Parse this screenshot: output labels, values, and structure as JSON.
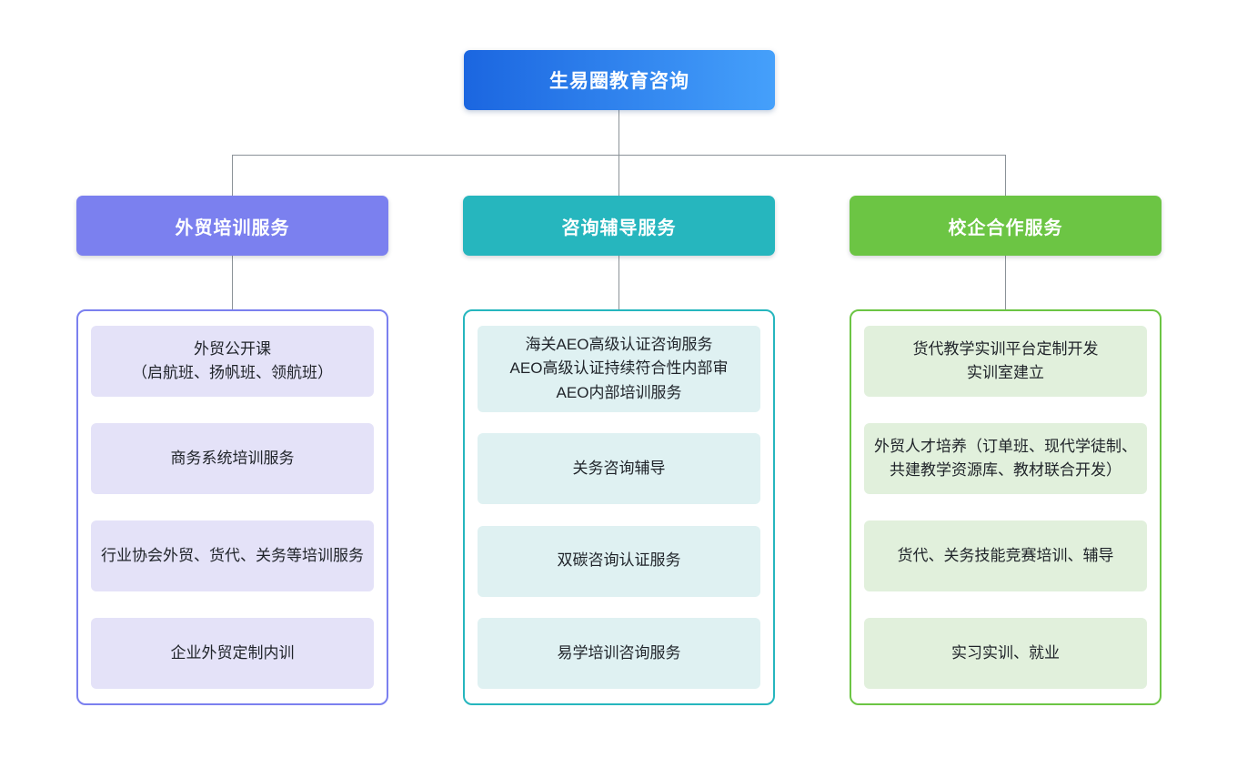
{
  "root": {
    "label": "生易圈教育咨询",
    "gradient_from": "#1b66e0",
    "gradient_to": "#45a0fb"
  },
  "branches": [
    {
      "label": "外贸培训服务",
      "accent": "#7b80ef",
      "item_bg": "#e4e2f8",
      "items": [
        "外贸公开课\n（启航班、扬帆班、领航班）",
        "商务系统培训服务",
        "行业协会外贸、货代、关务等培训服务",
        "企业外贸定制内训"
      ]
    },
    {
      "label": "咨询辅导服务",
      "accent": "#26b6be",
      "item_bg": "#dff1f2",
      "items": [
        "海关AEO高级认证咨询服务\nAEO高级认证持续符合性内部审\nAEO内部培训服务",
        "关务咨询辅导",
        "双碳咨询认证服务",
        "易学培训咨询服务"
      ]
    },
    {
      "label": "校企合作服务",
      "accent": "#6cc544",
      "item_bg": "#e1f0dc",
      "items": [
        "货代教学实训平台定制开发\n实训室建立",
        "外贸人才培养（订单班、现代学徒制、共建教学资源库、教材联合开发）",
        "货代、关务技能竞赛培训、辅导",
        "实习实训、就业"
      ]
    }
  ],
  "colors": {
    "connector": "#8b9298",
    "background": "#ffffff",
    "item_text": "#1f2329"
  }
}
